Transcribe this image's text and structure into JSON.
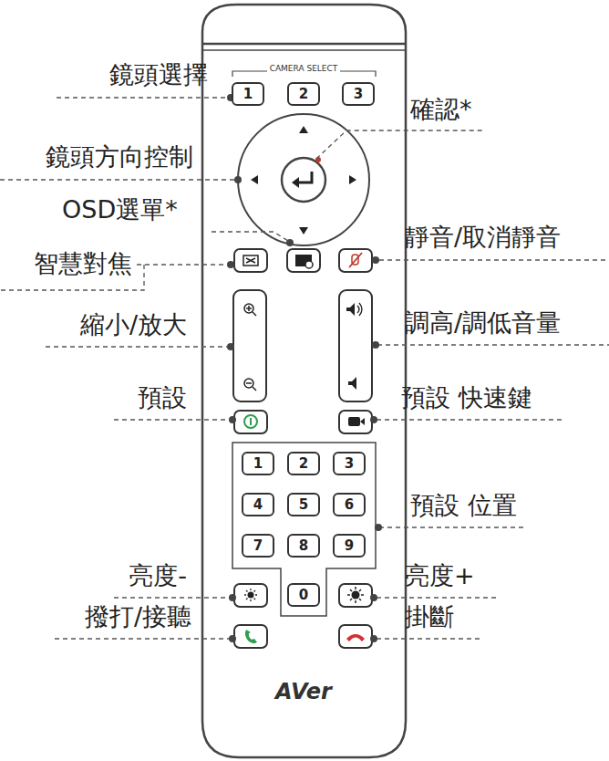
{
  "diagram": {
    "nodes": [
      {
        "text": [
          "1"
        ]
      },
      {
        "text": [
          "2"
        ]
      },
      {
        "text": [
          "3"
        ]
      },
      {
        "text": [
          "1"
        ]
      },
      {
        "text": [
          "2"
        ]
      },
      {
        "text": [
          "3"
        ]
      },
      {
        "text": [
          "4"
        ]
      },
      {
        "text": [
          "5"
        ]
      },
      {
        "text": [
          "6"
        ]
      },
      {
        "text": [
          "7"
        ]
      },
      {
        "text": [
          "8"
        ]
      },
      {
        "text": [
          "9"
        ]
      },
      {
        "text": [
          "0"
        ]
      }
    ],
    "labels": [
      "CAMERA SELECT",
      "鏡頭選擇",
      "確認*",
      "鏡頭方向控制",
      "OSD選單*",
      "靜音/取消靜音",
      "智慧對焦",
      "縮小/放大",
      "調高/調低音量",
      "預設",
      "預設 快速鍵",
      "預設 位置",
      "亮度-",
      "亮度+",
      "撥打/接聽",
      "掛斷",
      "AVer"
    ]
  }
}
